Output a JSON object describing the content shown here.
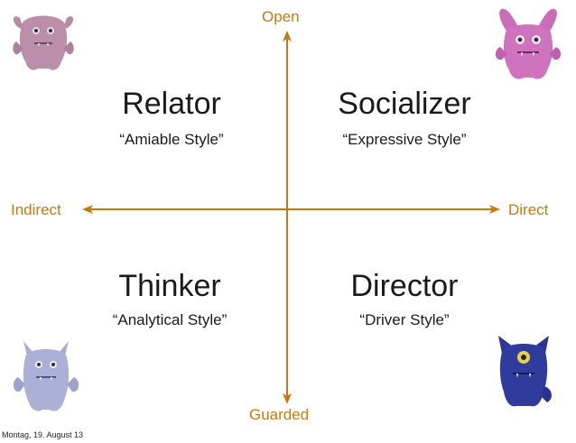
{
  "axes": {
    "top": "Open",
    "bottom": "Guarded",
    "left": "Indirect",
    "right": "Direct",
    "color": "#c77a0c"
  },
  "quadrants": {
    "top_left": {
      "title": "Relator",
      "subtitle": "“Amiable Style”"
    },
    "top_right": {
      "title": "Socializer",
      "subtitle": "“Expressive Style”"
    },
    "bottom_left": {
      "title": "Thinker",
      "subtitle": "“Analytical Style”"
    },
    "bottom_right": {
      "title": "Director",
      "subtitle": "“Driver Style”"
    }
  },
  "footer": {
    "date": "Montag, 19. August 13"
  },
  "icons": {
    "top_left": "pink-plush-monster-icon",
    "top_right": "magenta-bunny-monster-icon",
    "bottom_left": "lavender-plush-monster-icon",
    "bottom_right": "blue-cyclops-monster-icon"
  }
}
